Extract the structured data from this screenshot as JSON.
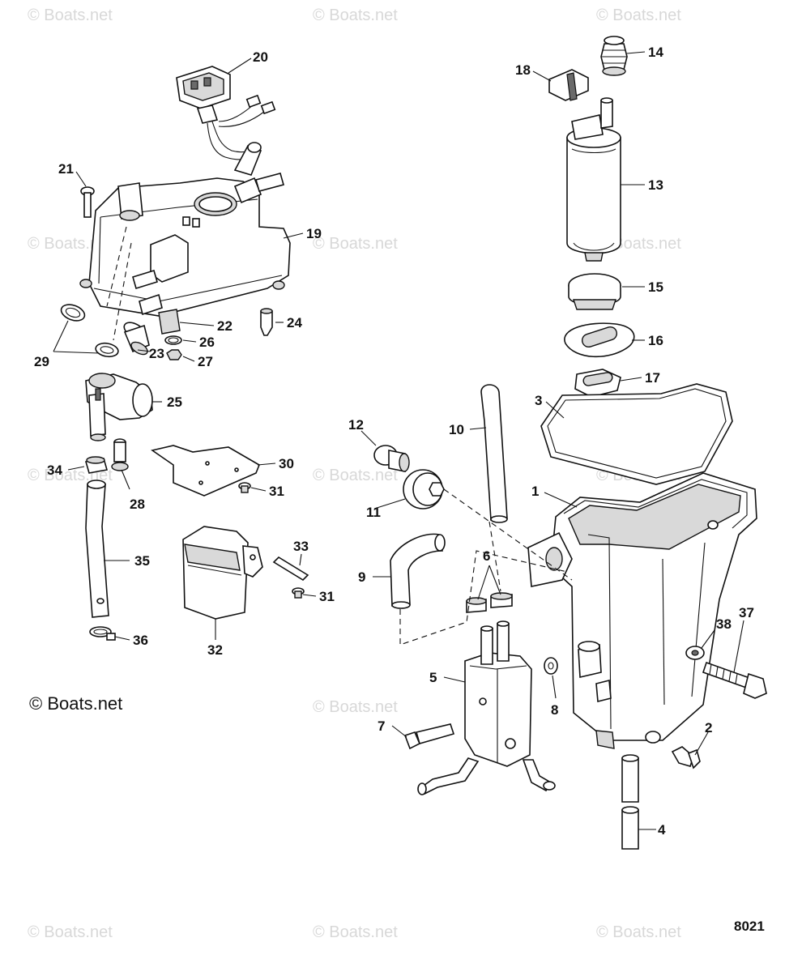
{
  "watermark": "© Boats.net",
  "copyright": "© Boats.net",
  "figure_number": "8021",
  "callouts": [
    "1",
    "2",
    "3",
    "4",
    "5",
    "6",
    "7",
    "8",
    "9",
    "10",
    "11",
    "12",
    "13",
    "14",
    "15",
    "16",
    "17",
    "18",
    "19",
    "20",
    "21",
    "22",
    "23",
    "24",
    "25",
    "26",
    "27",
    "28",
    "29",
    "30",
    "31",
    "31",
    "32",
    "33",
    "34",
    "35",
    "36",
    "37",
    "38"
  ]
}
